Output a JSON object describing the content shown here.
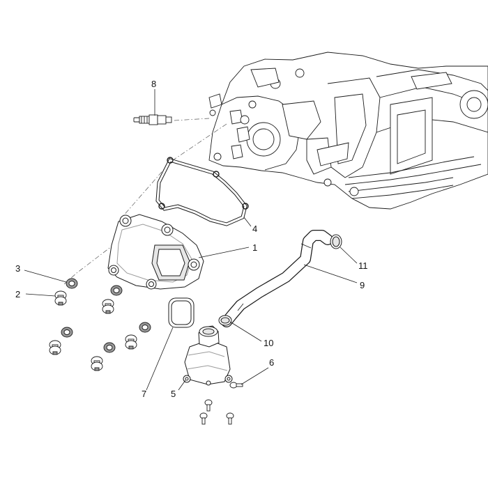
{
  "colors": {
    "line": "#1a1a1a",
    "shade": "#9a9a9a",
    "fill": "#ffffff",
    "light_fill": "#e6e6e6",
    "dash": "#555555"
  },
  "callouts": {
    "c1": "1",
    "c2": "2",
    "c3": "3",
    "c4": "4",
    "c5": "5",
    "c6": "6",
    "c7": "7",
    "c8": "8",
    "c9": "9",
    "c10": "10",
    "c11": "11"
  }
}
